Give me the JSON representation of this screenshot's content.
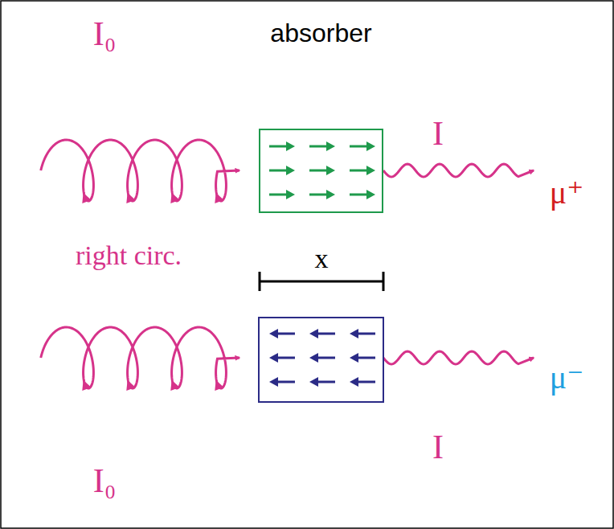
{
  "diagram": {
    "nodes": [
      {
        "text": [
          "absorber"
        ]
      }
    ],
    "labels": [
      "I₀",
      "I",
      "μ⁺",
      "right circ.",
      "x",
      "μ⁻",
      "I",
      "I₀"
    ]
  }
}
